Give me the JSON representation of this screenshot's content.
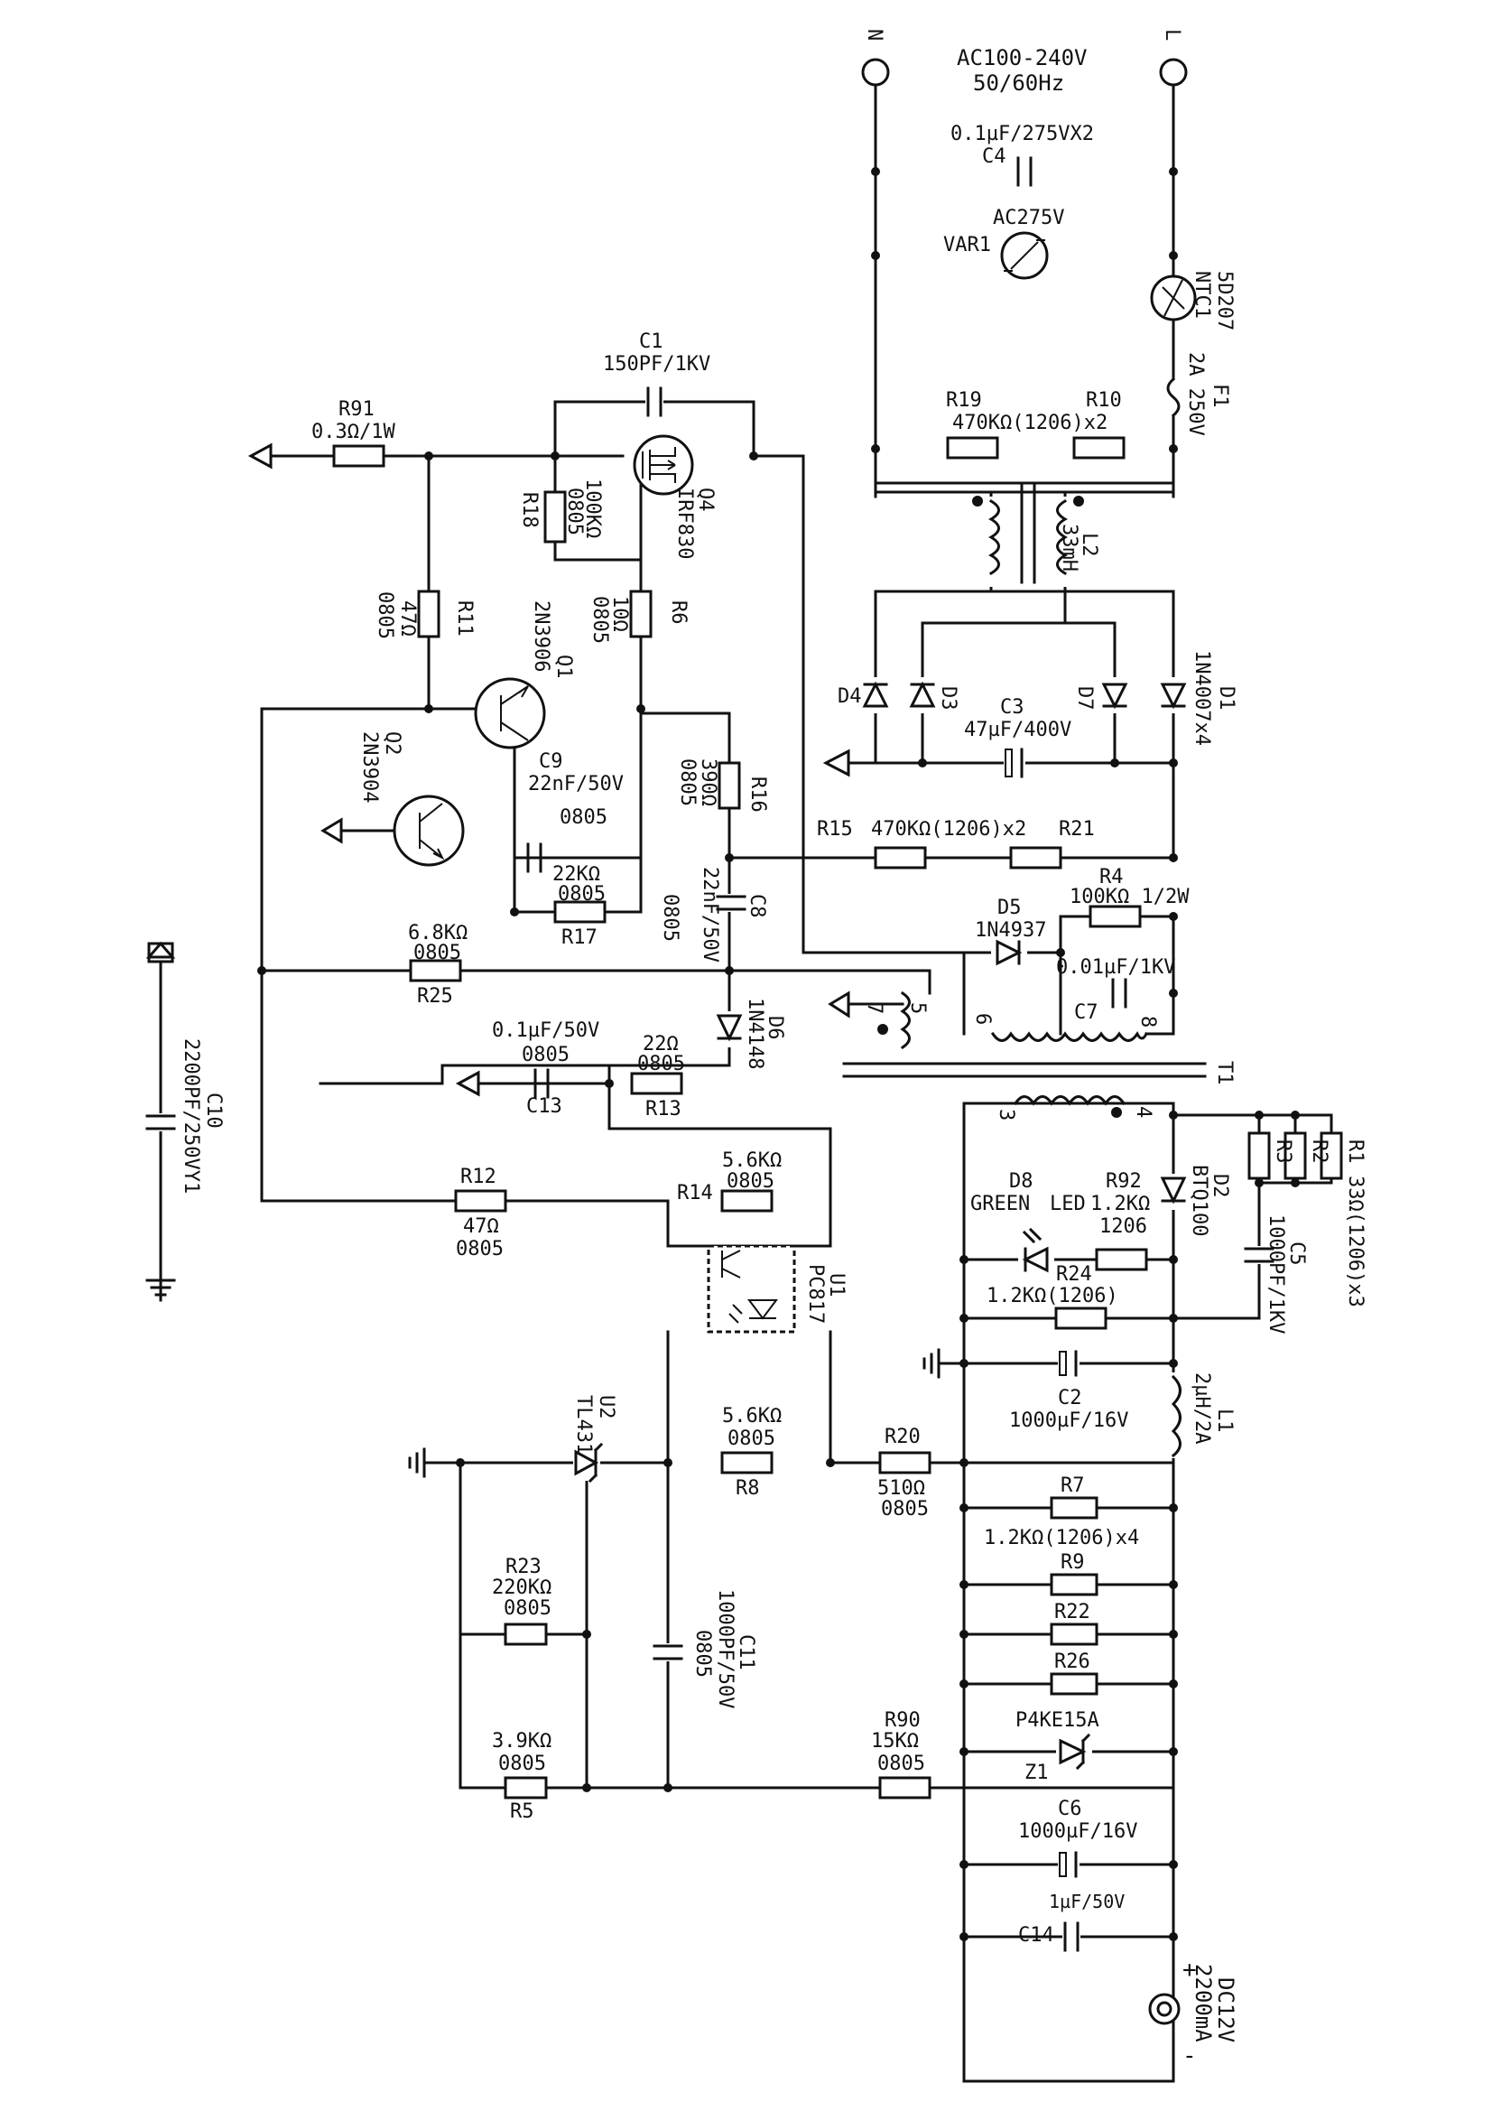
{
  "input": {
    "n_terminal": "N",
    "l_terminal": "L",
    "voltage": "AC100-240V",
    "frequency": "50/60Hz"
  },
  "output": {
    "name": "DC12V",
    "current": "2200mA",
    "plus": "+",
    "minus": "-"
  },
  "parts": {
    "C4": {
      "ref": "C4",
      "value": "0.1µF/275VX2"
    },
    "VAR1": {
      "ref": "VAR1",
      "value": "AC275V"
    },
    "NTC1": {
      "ref": "NTC1",
      "value": "5D207"
    },
    "F1": {
      "ref": "F1",
      "value": "2A 250V"
    },
    "R19R10": {
      "ref1": "R19",
      "ref2": "R10",
      "value": "470KΩ(1206)x2"
    },
    "L2": {
      "ref": "L2",
      "value": "33mH"
    },
    "D1": {
      "ref": "D1",
      "value": "1N4007x4"
    },
    "D3": {
      "ref": "D3"
    },
    "D4": {
      "ref": "D4"
    },
    "D7": {
      "ref": "D7"
    },
    "C3": {
      "ref": "C3",
      "value": "47µF/400V"
    },
    "R15R21": {
      "ref1": "R15",
      "ref2": "R21",
      "value": "470KΩ(1206)x2"
    },
    "R4": {
      "ref": "R4",
      "value": "100KΩ 1/2W"
    },
    "D5": {
      "ref": "D5",
      "value": "1N4937"
    },
    "C7": {
      "ref": "C7",
      "value": "0.01µF/1KV"
    },
    "T1": {
      "ref": "T1",
      "pin5": "5",
      "pin6": "6",
      "pin7": "7",
      "pin8": "8",
      "pin3": "3",
      "pin4": "4"
    },
    "C1": {
      "ref": "C1",
      "value": "150PF/1KV"
    },
    "R91": {
      "ref": "R91",
      "value": "0.3Ω/1W"
    },
    "Q4": {
      "ref": "Q4",
      "value": "IRF830"
    },
    "R18": {
      "ref": "R18",
      "value": "100KΩ",
      "pkg": "0805"
    },
    "R6": {
      "ref": "R6",
      "value": "10Ω",
      "pkg": "0805"
    },
    "R11": {
      "ref": "R11",
      "value": "47Ω",
      "pkg": "0805"
    },
    "Q1": {
      "ref": "Q1",
      "value": "2N3906"
    },
    "Q2": {
      "ref": "Q2",
      "value": "2N3904"
    },
    "C9": {
      "ref": "C9",
      "value": "22nF/50V",
      "pkg": "0805"
    },
    "R17": {
      "ref": "R17",
      "value": "22KΩ",
      "pkg": "0805"
    },
    "R16": {
      "ref": "R16",
      "value": "390Ω",
      "pkg": "0805"
    },
    "C8": {
      "ref": "C8",
      "value": "22nF/50V",
      "pkg": "0805"
    },
    "R25": {
      "ref": "R25",
      "value": "6.8KΩ",
      "pkg": "0805"
    },
    "D6": {
      "ref": "D6",
      "value": "1N4148"
    },
    "C13": {
      "ref": "C13",
      "value": "0.1µF/50V",
      "pkg": "0805"
    },
    "R13": {
      "ref": "R13",
      "value": "22Ω",
      "pkg": "0805"
    },
    "C10": {
      "ref": "C10",
      "value": "2200PF/250VY1"
    },
    "R12": {
      "ref": "R12",
      "value": "47Ω",
      "pkg": "0805"
    },
    "R14": {
      "ref": "R14",
      "value": "5.6KΩ",
      "pkg": "0805"
    },
    "U1": {
      "ref": "U1",
      "value": "PC817"
    },
    "U2": {
      "ref": "U2",
      "value": "TL431"
    },
    "R8": {
      "ref": "R8",
      "value": "5.6KΩ",
      "pkg": "0805"
    },
    "R20": {
      "ref": "R20",
      "value": "510Ω",
      "pkg": "0805"
    },
    "R23": {
      "ref": "R23",
      "value": "220KΩ",
      "pkg": "0805"
    },
    "C11": {
      "ref": "C11",
      "value": "1000PF/50V",
      "pkg": "0805"
    },
    "R5": {
      "ref": "R5",
      "value": "3.9KΩ",
      "pkg": "0805"
    },
    "R90": {
      "ref": "R90",
      "value": "15KΩ",
      "pkg": "0805"
    },
    "R1R2R3": {
      "ref1": "R1",
      "ref2": "R2",
      "ref3": "R3",
      "value": "33Ω(1206)x3"
    },
    "D2": {
      "ref": "D2",
      "value": "BTQ100"
    },
    "C5": {
      "ref": "C5",
      "value": "1000PF/1KV"
    },
    "D8": {
      "ref": "D8",
      "value": "GREEN",
      "value2": "LED"
    },
    "R92": {
      "ref": "R92",
      "value": "1.2KΩ",
      "pkg": "1206"
    },
    "R24": {
      "ref": "R24",
      "value": "1.2KΩ(1206)"
    },
    "C2": {
      "ref": "C2",
      "value": "1000µF/16V"
    },
    "L1": {
      "ref": "L1",
      "value": "2µH/2A"
    },
    "R7group": {
      "ref1": "R7",
      "ref2": "R9",
      "ref3": "R22",
      "ref4": "R26",
      "value": "1.2KΩ(1206)x4"
    },
    "Z1": {
      "ref": "Z1",
      "value": "P4KE15A"
    },
    "C6": {
      "ref": "C6",
      "value": "1000µF/16V"
    },
    "C14": {
      "ref": "C14",
      "value": "1µF/50V"
    }
  }
}
